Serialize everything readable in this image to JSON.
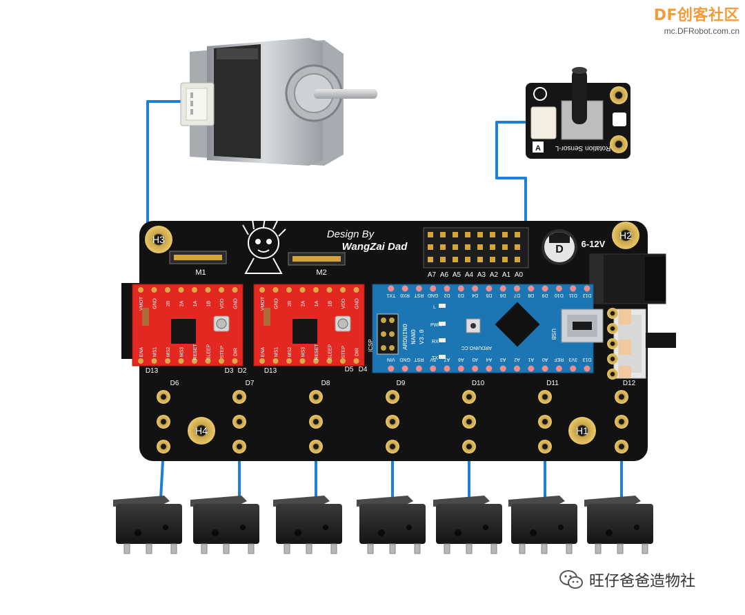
{
  "watermark": {
    "brand": "DF创客社区",
    "url": "mc.DFRobot.com.cn"
  },
  "footer": {
    "account": "旺仔爸爸造物社"
  },
  "board": {
    "design_line1": "Design By",
    "design_line2": "WangZai Dad",
    "power_label": "6-12V",
    "mounting_holes": [
      "H1",
      "H2",
      "H3",
      "H4"
    ],
    "motor_headers": [
      "M1",
      "M2"
    ],
    "analog_pins": [
      "A7",
      "A6",
      "A5",
      "A4",
      "A3",
      "A2",
      "A1",
      "A0"
    ],
    "driver_top_pins": [
      "VMOT",
      "GND",
      "2B",
      "2A",
      "1A",
      "1B",
      "VDD",
      "GND"
    ],
    "driver_bottom_pins": [
      "ENA",
      "MS1",
      "MS2",
      "MS3",
      "RESET",
      "SLEEP",
      "STEP",
      "DIR"
    ],
    "driver1_labels": [
      "D13",
      "D3",
      "D2"
    ],
    "driver2_labels": [
      "D13",
      "D5",
      "D4"
    ],
    "switch_pins": [
      "D6",
      "D7",
      "D8",
      "D9",
      "D10",
      "D11",
      "D12"
    ],
    "capacitor_mark": "D"
  },
  "arduino": {
    "line1": "ARDUINO",
    "line2": "NANO",
    "line3": "V3.0",
    "site": "ARDUINO.CC",
    "icsp": "ICSP",
    "top_pins": [
      "D12",
      "D11",
      "D10",
      "D9",
      "D8",
      "D7",
      "D6",
      "D5",
      "D4",
      "D3",
      "D2",
      "GND",
      "RST",
      "RX0",
      "TX1"
    ],
    "bottom_pins": [
      "D13",
      "3V3",
      "REF",
      "A0",
      "A1",
      "A2",
      "A3",
      "A4",
      "A5",
      "A6",
      "A7",
      "5V",
      "RST",
      "GND",
      "VIN"
    ],
    "leds": [
      "L",
      "PWR",
      "RX",
      "TX"
    ],
    "usb_label": "USB"
  },
  "sensor": {
    "name": "Rotation Sensor-L",
    "type_mark": "A"
  }
}
